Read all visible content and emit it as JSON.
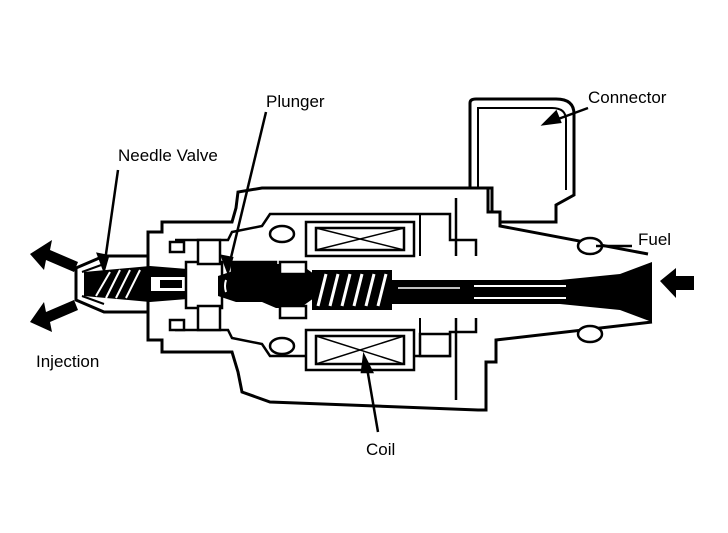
{
  "labels": {
    "plunger": "Plunger",
    "connector": "Connector",
    "needle_valve": "Needle Valve",
    "fuel": "Fuel",
    "injection": "Injection",
    "coil": "Coil"
  },
  "colors": {
    "ink": "#000000",
    "paper": "#ffffff"
  }
}
